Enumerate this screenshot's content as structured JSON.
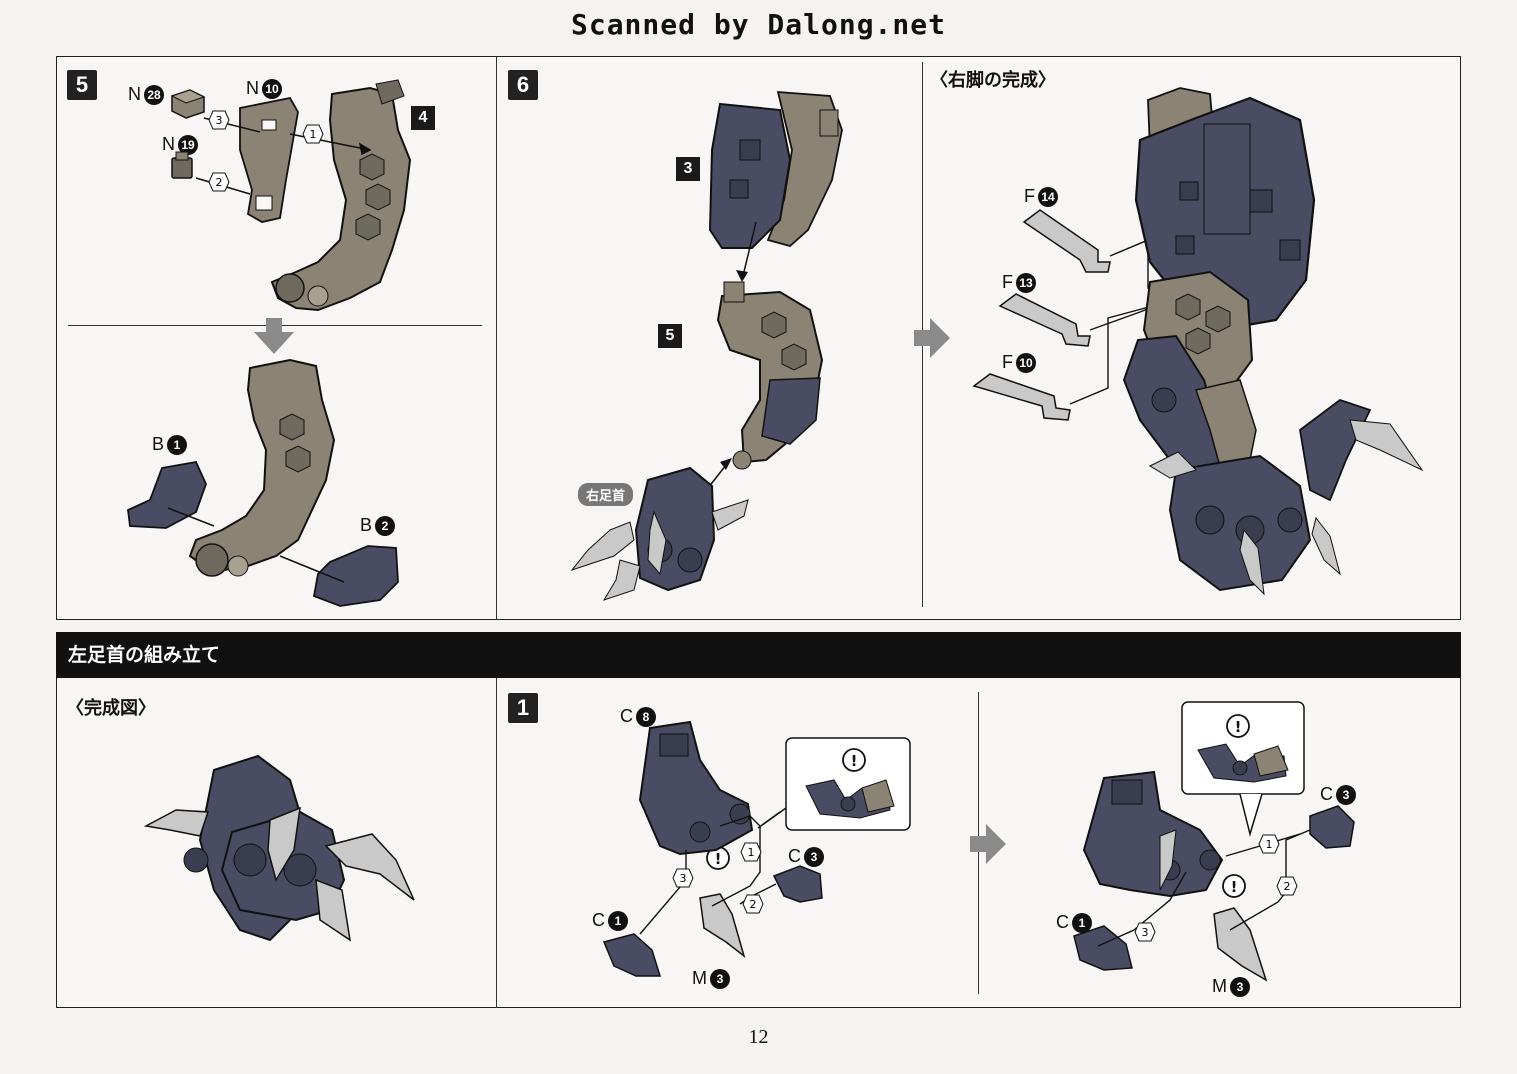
{
  "header": {
    "scan_credit": "Scanned by Dalong.net"
  },
  "top_row": {
    "step5": {
      "number": "5",
      "ref_part": "4",
      "parts": [
        {
          "letter": "N",
          "num": "28"
        },
        {
          "letter": "N",
          "num": "10"
        },
        {
          "letter": "N",
          "num": "19"
        },
        {
          "letter": "B",
          "num": "1"
        },
        {
          "letter": "B",
          "num": "2"
        }
      ],
      "order": [
        "1",
        "2",
        "3"
      ]
    },
    "step6": {
      "number": "6",
      "refs": [
        "3",
        "5"
      ],
      "tag": "右足首"
    },
    "right_leg_complete": {
      "heading": "〈右脚の完成〉",
      "parts": [
        {
          "letter": "F",
          "num": "14"
        },
        {
          "letter": "F",
          "num": "13"
        },
        {
          "letter": "F",
          "num": "10"
        }
      ]
    }
  },
  "section_bar": {
    "title": "左足首の組み立て"
  },
  "bottom_row": {
    "complete_view": {
      "heading": "〈完成図〉"
    },
    "step1": {
      "number": "1",
      "left_parts": [
        {
          "letter": "C",
          "num": "8"
        },
        {
          "letter": "C",
          "num": "3"
        },
        {
          "letter": "C",
          "num": "1"
        },
        {
          "letter": "M",
          "num": "3"
        }
      ],
      "right_parts": [
        {
          "letter": "C",
          "num": "3"
        },
        {
          "letter": "C",
          "num": "1"
        },
        {
          "letter": "M",
          "num": "3"
        }
      ],
      "order": [
        "1",
        "2",
        "3"
      ],
      "caution": "!"
    }
  },
  "footer": {
    "page_number": "12"
  },
  "colors": {
    "part_dark": "#4a4c63",
    "part_tan": "#8b8474",
    "claw": "#c9c9c9",
    "ink": "#111111"
  }
}
